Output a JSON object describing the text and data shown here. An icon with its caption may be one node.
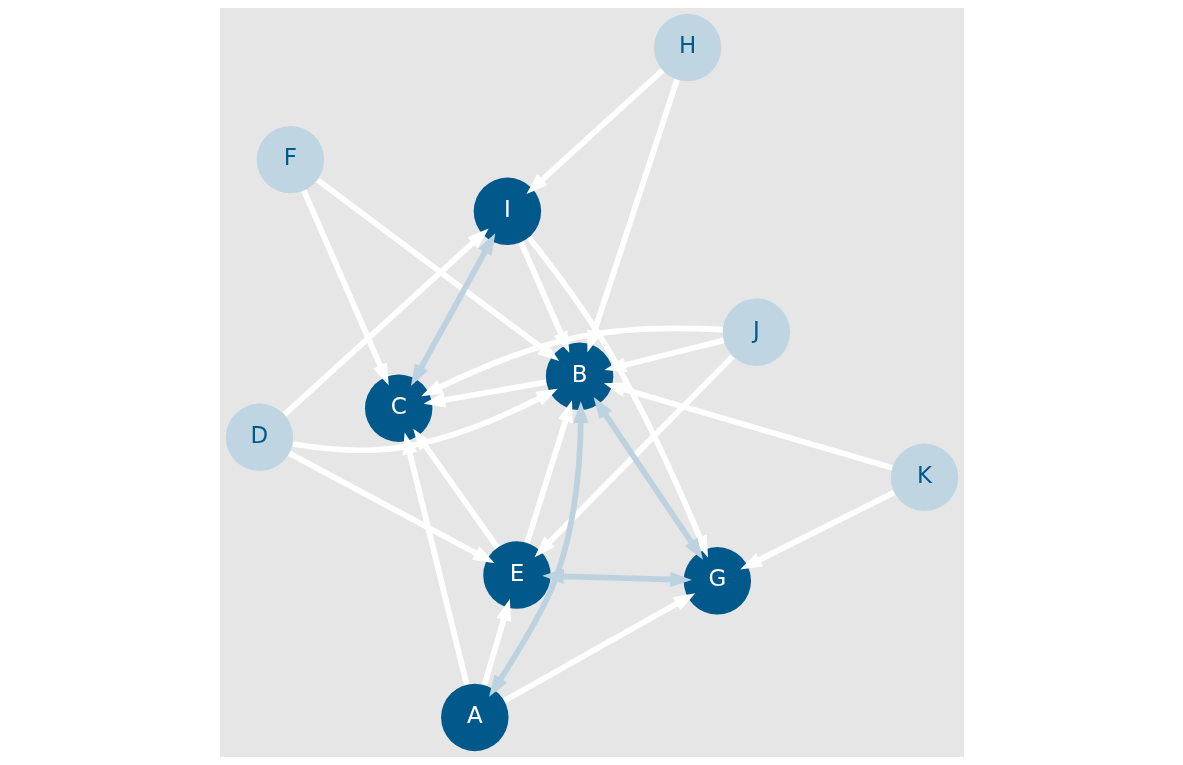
{
  "diagram": {
    "nodes": [
      {
        "text": [
          "F"
        ]
      },
      {
        "text": [
          "H"
        ]
      },
      {
        "text": [
          "C"
        ]
      },
      {
        "text": [
          "I"
        ]
      },
      {
        "text": [
          "J"
        ]
      },
      {
        "text": [
          "B"
        ]
      },
      {
        "text": [
          "D"
        ]
      },
      {
        "text": [
          "E"
        ]
      },
      {
        "text": [
          "A"
        ]
      },
      {
        "text": [
          "G"
        ]
      },
      {
        "text": [
          "K"
        ]
      }
    ],
    "edges": [
      {
        "from": 0,
        "to": 2,
        "arrow": "to"
      },
      {
        "from": 0,
        "to": 5,
        "arrow": "to"
      },
      {
        "from": 1,
        "to": 5,
        "arrow": "to"
      },
      {
        "from": 1,
        "to": 3,
        "arrow": "to"
      },
      {
        "from": 2,
        "to": 3,
        "arrow": "both",
        "color": "#bcd3df"
      },
      {
        "from": 5,
        "to": 2,
        "arrow": "to"
      },
      {
        "from": 4,
        "to": 2,
        "arrow": "to"
      },
      {
        "from": 4,
        "to": 5,
        "arrow": "to"
      },
      {
        "from": 4,
        "to": 7,
        "arrow": "to"
      },
      {
        "from": 8,
        "to": 2,
        "arrow": "to"
      },
      {
        "from": 8,
        "to": 5,
        "arrow": "both",
        "color": "#bcd3df"
      },
      {
        "from": 7,
        "to": 2,
        "arrow": "to"
      },
      {
        "from": 7,
        "to": 5,
        "arrow": "to"
      },
      {
        "from": 8,
        "to": 7,
        "arrow": "to"
      },
      {
        "from": 8,
        "to": 9,
        "arrow": "to"
      },
      {
        "from": 3,
        "to": 5,
        "arrow": "to"
      },
      {
        "from": 3,
        "to": 9,
        "arrow": "to"
      },
      {
        "from": 6,
        "to": 3,
        "arrow": "to"
      },
      {
        "from": 6,
        "to": 5,
        "arrow": "to"
      },
      {
        "from": 6,
        "to": 7,
        "arrow": "to"
      },
      {
        "from": 5,
        "to": 9,
        "arrow": "both",
        "color": "#bcd3df"
      },
      {
        "from": 7,
        "to": 9,
        "arrow": "both",
        "color": "#bcd3df"
      },
      {
        "from": 10,
        "to": 5,
        "arrow": "to"
      },
      {
        "from": 10,
        "to": 9,
        "arrow": "to"
      }
    ]
  }
}
